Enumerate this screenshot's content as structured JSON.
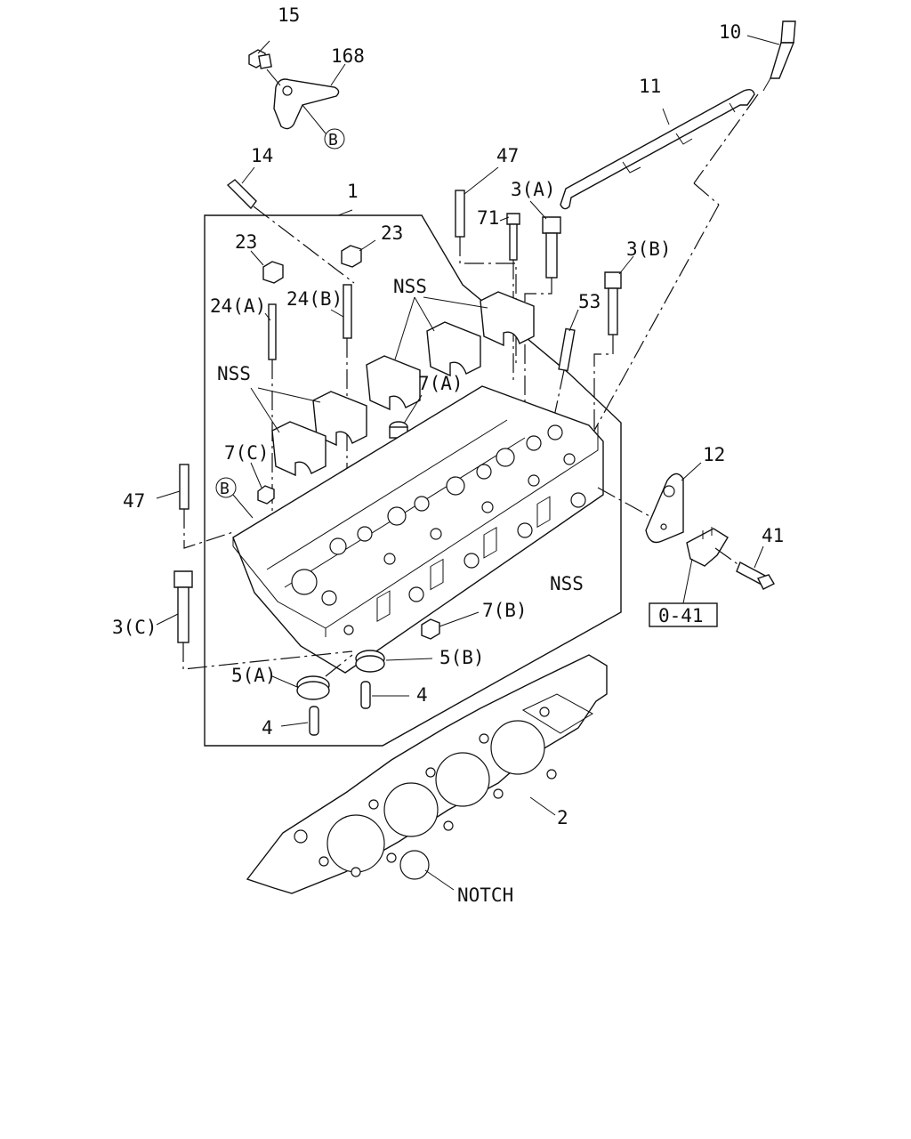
{
  "labels": {
    "p15": "15",
    "p168": "168",
    "p10": "10",
    "p11": "11",
    "p14": "14",
    "p1": "1",
    "p47_top": "47",
    "p3a": "3(A)",
    "p71": "71",
    "p23_left": "23",
    "p23_right": "23",
    "p3b": "3(B)",
    "p24a": "24(A)",
    "p24b": "24(B)",
    "nss_top": "NSS",
    "p53": "53",
    "nss_left": "NSS",
    "p7a": "7(A)",
    "p7c": "7(C)",
    "p12": "12",
    "p47_left": "47",
    "nss_right": "NSS",
    "p41": "41",
    "ref_041": "0-41",
    "p7b": "7(B)",
    "p3c": "3(C)",
    "p5a": "5(A)",
    "p5b": "5(B)",
    "p4_right": "4",
    "p4_left": "4",
    "p2": "2",
    "notch": "NOTCH",
    "circle_b_top": "B",
    "circle_b_left": "B"
  }
}
